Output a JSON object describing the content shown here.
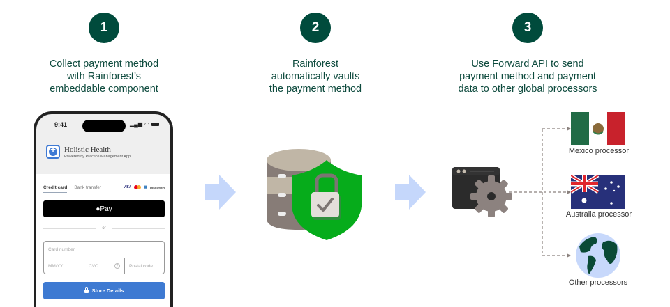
{
  "steps": [
    {
      "number": "1",
      "title_lines": [
        "Collect payment method",
        "with Rainforest’s",
        "embeddable component"
      ]
    },
    {
      "number": "2",
      "title_lines": [
        "Rainforest",
        "automatically vaults",
        "the payment method"
      ]
    },
    {
      "number": "3",
      "title_lines": [
        "Use Forward API to send",
        "payment method and payment",
        "data to other global processors"
      ]
    }
  ],
  "phone": {
    "time": "9:41",
    "status_icons": "signal-wifi-battery",
    "app_name": "Holistic Health",
    "app_subtitle": "Powered by Practice Management App",
    "tabs": [
      "Credit card",
      "Bank transfer"
    ],
    "card_brands": [
      "VISA",
      "mastercard",
      "AMEX",
      "DISCOVER"
    ],
    "apple_pay_label": "Pay",
    "or_label": "or",
    "card_number_placeholder": "Card number",
    "expiry_placeholder": "MM/YY",
    "cvc_placeholder": "CVC",
    "postal_placeholder": "Postal code",
    "help_glyph": "?",
    "store_button_label": "Store Details"
  },
  "processors": [
    {
      "label": "Mexico processor",
      "icon": "mexico-flag-icon"
    },
    {
      "label": "Australia processor",
      "icon": "australia-flag-icon"
    },
    {
      "label": "Other processors",
      "icon": "globe-icon"
    }
  ],
  "colors": {
    "accent_dark_green": "#004b3c",
    "arrow_blue": "#c5d7fb",
    "shield_green": "#06ac1b",
    "button_blue": "#3e7ad2"
  }
}
